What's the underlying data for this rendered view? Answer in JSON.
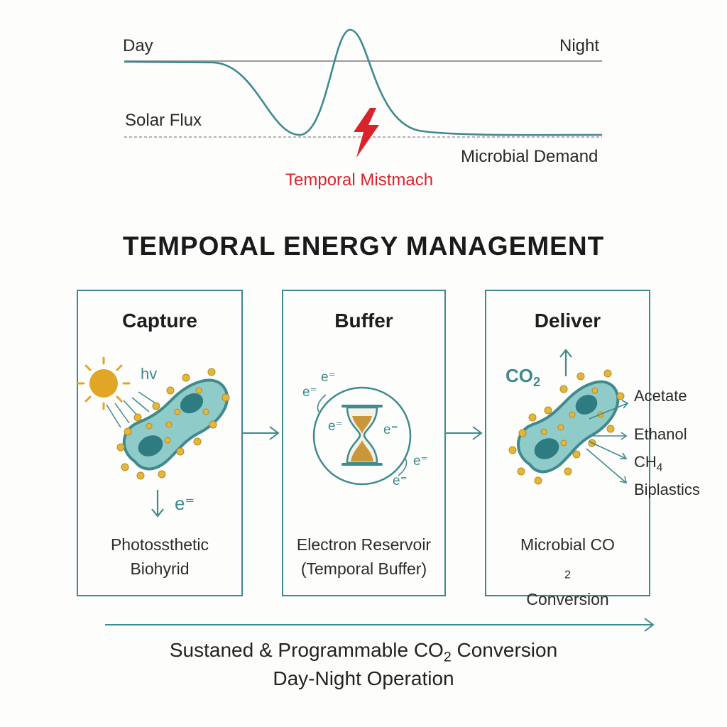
{
  "graph": {
    "day_label": "Day",
    "night_label": "Night",
    "solar_flux_label": "Solar Flux",
    "microbial_demand_label": "Microbial Demand",
    "mismatch_label": "Temporal Mistmach"
  },
  "title": "TEMPORAL ENERGY MANAGEMENT",
  "panels": {
    "capture": {
      "title": "Capture",
      "hv_label": "hv",
      "electron_label": "e⁼",
      "caption_line1": "Photossthetic",
      "caption_line2": "Biohyrid"
    },
    "buffer": {
      "title": "Buffer",
      "electron_labels": [
        "e⁼",
        "e⁼",
        "e⁼",
        "e⁼",
        "e⁼",
        "e⁼"
      ],
      "caption_line1": "Electron Reservoir",
      "caption_line2": "(Temporal Buffer)"
    },
    "deliver": {
      "title": "Deliver",
      "co2_label": "CO",
      "co2_sub": "2",
      "products": [
        "Acetate",
        "Ethanol",
        "CH",
        "Biplastics"
      ],
      "ch4_sub": "4",
      "caption_line1_main": "Microbial CO",
      "caption_line1_sub": "2",
      "caption_line2": "Conversion"
    }
  },
  "footer": {
    "line1_main": "Sustaned & Programmable CO",
    "line1_sub": "2",
    "line1_end": " Conversion",
    "line2": "Day-Night Operation"
  },
  "colors": {
    "teal": "#3f8a8c",
    "cell_fill": "#8fcbc9",
    "nucleus": "#2f7b82",
    "particle": "#e4b63a",
    "sun": "#e2a626",
    "mismatch_red": "#d8232a",
    "sand": "#c9973a"
  }
}
